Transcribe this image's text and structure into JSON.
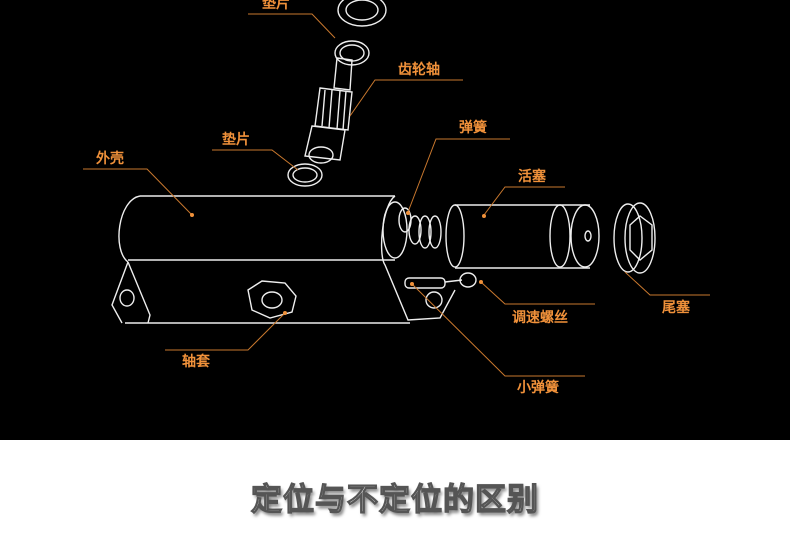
{
  "diagram": {
    "labels": {
      "washer_top": "垫片",
      "gear_shaft": "齿轮轴",
      "washer_bottom": "垫片",
      "housing": "外壳",
      "spring": "弹簧",
      "piston": "活塞",
      "speed_screw": "调速螺丝",
      "end_plug": "尾塞",
      "bushing": "轴套",
      "small_spring": "小弹簧"
    },
    "colors": {
      "label": "#f0913a",
      "line": "#ffffff",
      "background": "#000000"
    }
  },
  "caption": "定位与不定位的区别"
}
